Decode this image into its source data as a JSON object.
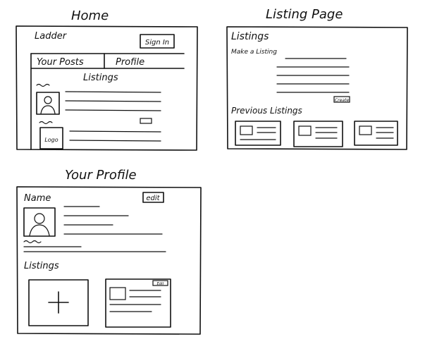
{
  "home": {
    "title": "Home",
    "app_name": "Ladder",
    "sign_in": "Sign In",
    "tabs": [
      "Your Posts",
      "Profile"
    ],
    "listings_heading": "Listings",
    "logo": "Logo"
  },
  "listing_page": {
    "title": "Listing Page",
    "heading": "Listings",
    "make_listing": "Make a Listing",
    "create": "Create",
    "previous_heading": "Previous Listings"
  },
  "profile": {
    "title": "Your Profile",
    "name": "Name",
    "edit": "edit",
    "listings_heading": "Listings",
    "card_edit": "Edit",
    "add_symbol": "+"
  },
  "icons": [
    "person-icon",
    "plus-icon",
    "image-placeholder-icon"
  ]
}
